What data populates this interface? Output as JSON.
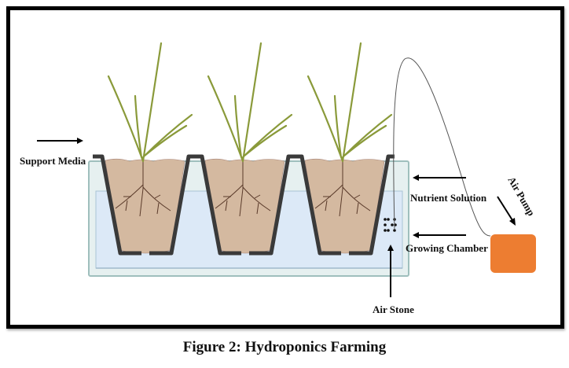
{
  "figure": {
    "caption": "Figure 2: Hydroponics Farming",
    "labels": {
      "support_media": "Support Media",
      "nutrient_solution": "Nutrient Solution",
      "growing_chamber": "Growing Chamber",
      "air_stone": "Air Stone",
      "air_pump": "Air Pump"
    },
    "plant_count": 3,
    "colors": {
      "pump": "#ED7D31",
      "water": "#DCE9F7",
      "tank": "#B9D6D3",
      "soil": "#D4B9A0",
      "pot": "#3A3A3A",
      "leaf": "#8A9A3A",
      "root": "#5A3A2A"
    }
  }
}
